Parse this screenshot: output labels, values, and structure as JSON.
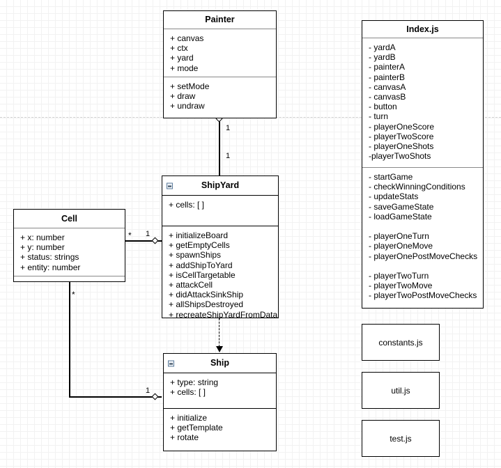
{
  "diagram": {
    "type": "uml-class-diagram",
    "background": "grid",
    "guide_line_label": "alignment-guide"
  },
  "classes": {
    "painter": {
      "name": "Painter",
      "collapsible": false,
      "attributes": [
        "+ canvas",
        "+ ctx",
        "+ yard",
        "+ mode"
      ],
      "methods": [
        "+ setMode",
        "+ draw",
        "+ undraw"
      ]
    },
    "shipyard": {
      "name": "ShipYard",
      "collapsible": true,
      "attributes": [
        "+ cells: [ ]"
      ],
      "methods": [
        "+ initializeBoard",
        "+ getEmptyCells",
        "+ spawnShips",
        "+ addShipToYard",
        "+ isCellTargetable",
        "+ attackCell",
        "+ didAttackSinkShip",
        "+ allShipsDestroyed",
        "+ recreateShipYardFromData"
      ]
    },
    "cell": {
      "name": "Cell",
      "collapsible": false,
      "attributes": [
        "+ x: number",
        "+ y: number",
        "+ status: strings",
        "+ entity: number"
      ],
      "methods": []
    },
    "ship": {
      "name": "Ship",
      "collapsible": true,
      "attributes": [
        "+ type: string",
        "+ cells: [ ]"
      ],
      "methods": [
        "+ initialize",
        "+ getTemplate",
        "+ rotate"
      ]
    },
    "indexjs": {
      "name": "Index.js",
      "collapsible": false,
      "attributes": [
        "- yardA",
        "- yardB",
        "- painterA",
        "- painterB",
        "- canvasA",
        "- canvasB",
        "- button",
        "- turn",
        "- playerOneScore",
        "- playerTwoScore",
        "- playerOneShots",
        "-playerTwoShots"
      ],
      "methods": [
        "- startGame",
        "- checkWinningConditions",
        "- updateStats",
        "- saveGameState",
        "- loadGameState",
        "",
        "- playerOneTurn",
        "- playerOneMove",
        "- playerOnePostMoveChecks",
        "",
        "- playerTwoTurn",
        "- playerTwoMove",
        "- playerTwoPostMoveChecks"
      ]
    }
  },
  "files": {
    "constants": {
      "name": "constants.js"
    },
    "util": {
      "name": "util.js"
    },
    "test": {
      "name": "test.js"
    }
  },
  "relations": {
    "painter_shipyard": {
      "kind": "aggregation",
      "source_multiplicity": "1",
      "target_multiplicity": "1"
    },
    "cell_shipyard": {
      "kind": "aggregation",
      "source_multiplicity": "*",
      "target_multiplicity": "1"
    },
    "cell_ship": {
      "kind": "aggregation",
      "source_multiplicity": "*",
      "target_multiplicity": "1"
    },
    "shipyard_ship": {
      "kind": "dependency",
      "style": "dashed-arrow"
    }
  },
  "colors": {
    "stroke": "#000000",
    "fill": "#ffffff",
    "grid_minor": "#f2f2f2",
    "grid_major": "#e2e2e2",
    "guide": "#d3d3d3"
  }
}
